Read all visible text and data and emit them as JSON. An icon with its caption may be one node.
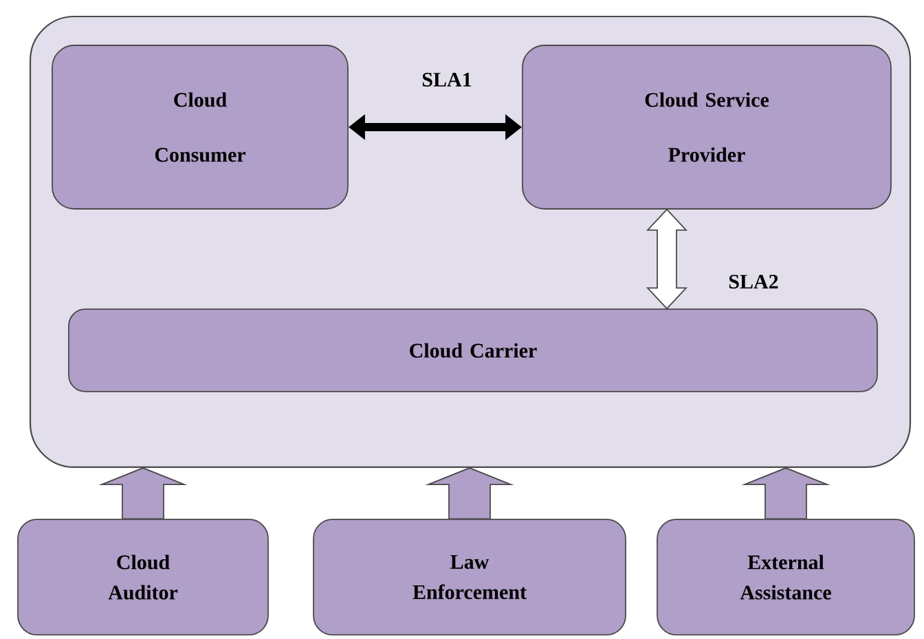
{
  "diagram": {
    "nodes": [
      {
        "text": [],
        "shape": "box"
      },
      {
        "text": [
          "Cloud Consumer"
        ],
        "in": 0
      },
      {
        "text": [
          "Cloud Service Provider"
        ],
        "in": 0
      },
      {
        "text": [
          "Cloud Carrier"
        ],
        "in": 0
      },
      {
        "text": [
          "Cloud Auditor"
        ]
      },
      {
        "text": [
          "Law Enforcement"
        ]
      },
      {
        "text": [
          "External Assistance"
        ]
      }
    ],
    "edges": [
      {
        "from": 1,
        "to": 2,
        "arrow": "both",
        "label": "SLA1",
        "color": "#000000"
      },
      {
        "from": 2,
        "to": 3,
        "arrow": "both",
        "label": "SLA2",
        "color": "#ffffff"
      },
      {
        "from": 4,
        "to": 0,
        "arrow": "to"
      },
      {
        "from": 5,
        "to": 0,
        "arrow": "to"
      },
      {
        "from": 6,
        "to": 0,
        "arrow": "to"
      }
    ]
  }
}
